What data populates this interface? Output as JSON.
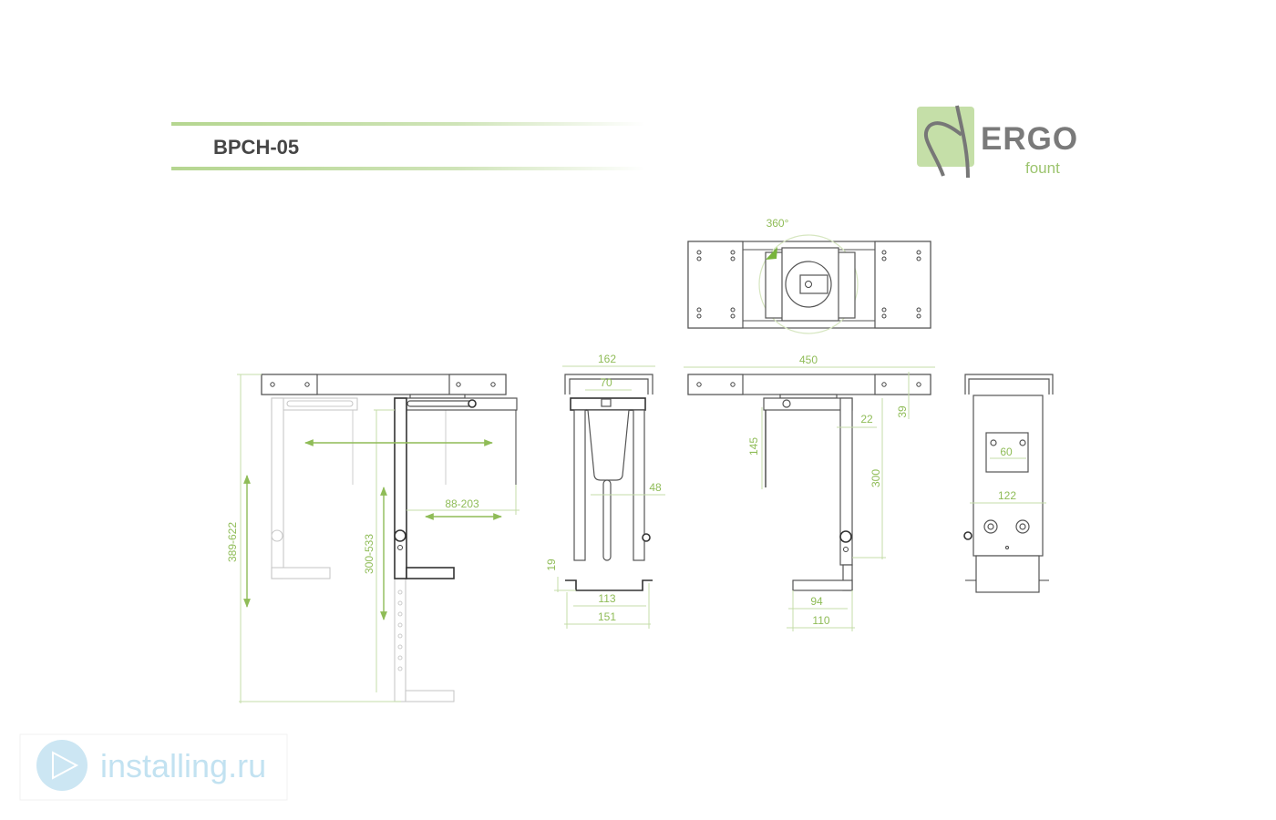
{
  "header": {
    "model": "BPCH-05"
  },
  "logo": {
    "brand": "ERGO",
    "sub": "fount"
  },
  "rotation_label": "360°",
  "dims": {
    "range_height_total": "389-622",
    "range_height_inner": "300-533",
    "range_width": "88-203",
    "front_width_top": "162",
    "front_clamp": "70",
    "front_gap": "48",
    "front_lip": "19",
    "front_inner_bottom": "113",
    "front_outer_bottom": "151",
    "side_length": "450",
    "side_top_height": "39",
    "side_arm_width": "22",
    "side_drop": "145",
    "side_height": "300",
    "side_foot_inner": "94",
    "side_foot_outer": "110",
    "back_keyhole_spacing": "60",
    "back_width": "122"
  },
  "watermark": {
    "text": "installing.ru"
  },
  "colors": {
    "accent": "#8fbc57",
    "logo_bg": "#c5dfa8",
    "watermark": "#bcdff0"
  }
}
